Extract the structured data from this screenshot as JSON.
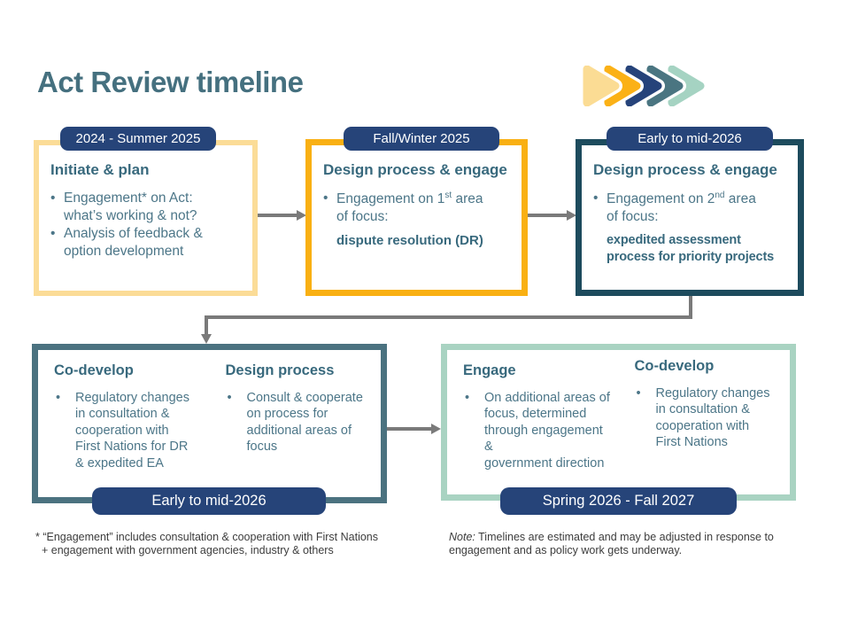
{
  "title": "Act Review timeline",
  "ui": {
    "bullet_char": "•"
  },
  "colors": {
    "pill_navy": "#264479",
    "heading_teal": "#38697D",
    "body_teal": "#4C7688",
    "title_teal": "#45707F",
    "yellow_border": "#FBDC97",
    "orange_border": "#F9B013",
    "dark_teal_border": "#1D4B5D",
    "teal_border": "#4B7280",
    "green_border": "#A9D3C2",
    "arrow_gray": "#7A7A7A",
    "footnote_gray": "#3C3C3C",
    "chevrons": [
      "#FBDC94",
      "#FBB116",
      "#26437A",
      "#4A7581",
      "#A5D3C2"
    ]
  },
  "top_boxes": [
    {
      "period": "2024 - Summer 2025",
      "heading": "Initiate & plan",
      "bullets": [
        "Engagement* on Act:\nwhat’s working & not?",
        "Analysis of feedback &\noption development"
      ]
    },
    {
      "period": "Fall/Winter 2025",
      "heading": "Design process & engage",
      "bullet": {
        "prefix": "Engagement on 1",
        "sup": "st",
        "suffix": " area\nof focus:"
      },
      "focus": "dispute resolution (DR)"
    },
    {
      "period": "Early to mid-2026",
      "heading": "Design process & engage",
      "bullet": {
        "prefix": "Engagement on 2",
        "sup": "nd",
        "suffix": " area\nof focus:"
      },
      "focus": "expedited assessment\nprocess for priority projects"
    }
  ],
  "bottom_boxes": [
    {
      "period": "Early to mid-2026",
      "columns": [
        {
          "heading": "Co-develop",
          "bullet": "Regulatory changes\nin consultation &\ncooperation with\nFirst Nations for DR\n& expedited EA"
        },
        {
          "heading": "Design process",
          "bullet": "Consult & cooperate\non process for\nadditional areas of\nfocus"
        }
      ]
    },
    {
      "period": "Spring 2026 - Fall 2027",
      "columns": [
        {
          "heading": "Engage",
          "bullet": "On additional areas of\nfocus, determined\nthrough engagement &\ngovernment direction"
        },
        {
          "heading": "Co-develop",
          "bullet": "Regulatory changes\nin consultation &\ncooperation with\nFirst Nations"
        }
      ]
    }
  ],
  "footnotes": {
    "left_line1": "* “Engagement” includes consultation & cooperation with First Nations",
    "left_line2": "+ engagement with government agencies, industry & others",
    "right_label": "Note:",
    "right_text": " Timelines are estimated and may be adjusted in response to\nengagement and as policy work gets underway."
  }
}
